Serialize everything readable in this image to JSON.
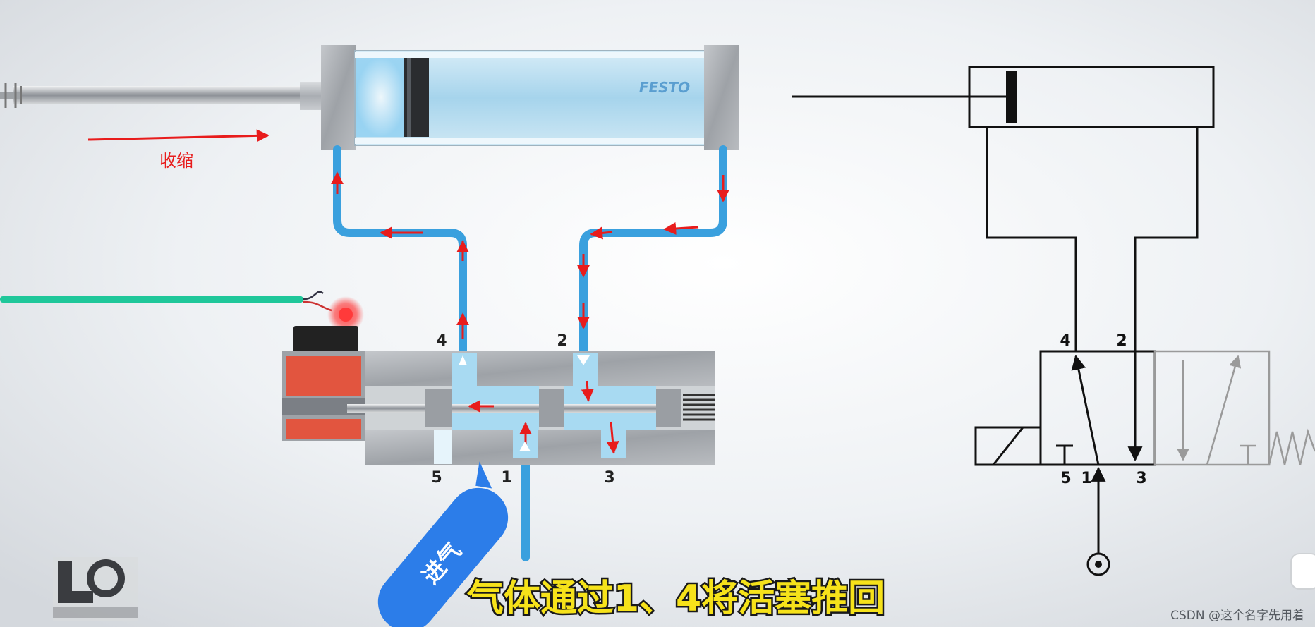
{
  "diagram": {
    "cylinder_brand": "FESTO",
    "motion_label": "收缩",
    "intake_bubble": "进气",
    "subtitle": "气体通过1、4将活塞推回",
    "watermark": "CSDN @这个名字先用着",
    "valve_ports": {
      "p4": "4",
      "p2": "2",
      "p5": "5",
      "p1": "1",
      "p3": "3"
    },
    "symbol_ports": {
      "p4": "4",
      "p2": "2",
      "p5": "5",
      "p1": "1",
      "p3": "3"
    },
    "colors": {
      "air_line": "#3aa0de",
      "flow_arrow": "#e81c1c",
      "solenoid_red": "#e2553f",
      "signal_wire": "#1fc79a",
      "intake_bubble": "#2c7de9",
      "subtitle_text": "#f6e21a"
    }
  }
}
